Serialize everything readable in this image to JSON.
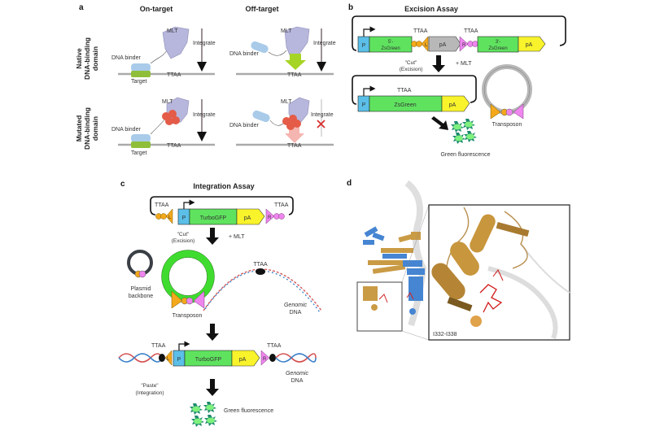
{
  "colors": {
    "promoter": "#5bbfe8",
    "zsgreen": "#5fe35f",
    "pa": "#f8f32b",
    "left_end": "#f4a81c",
    "right_end": "#ee86ee",
    "grey_block": "#b8b8b8",
    "mlt": "#b7b6dc",
    "dna_binder": "#a9cbe9",
    "target": "#8fbf3a",
    "mutation": "#e45b47",
    "protein_gold": "#c8963c",
    "protein_blue": "#3c7fd0",
    "residues_red": "#d01a1a"
  },
  "panel_a": {
    "label": "a",
    "col_on": "On-target",
    "col_off": "Off-target",
    "row_native": [
      "Native",
      "DNA-binding",
      "domain"
    ],
    "row_mutated": [
      "Mutated",
      "DNA-binding",
      "domain"
    ],
    "mlt": "MLT",
    "dna_binder": "DNA binder",
    "target": "Target",
    "site": "TTAA",
    "integrate": "Integrate"
  },
  "panel_b": {
    "label": "b",
    "title": "Excision Assay",
    "p": "P",
    "zs5": [
      "5'-",
      "ZsGreen"
    ],
    "zs3": [
      "3'-",
      "ZsGreen"
    ],
    "zs": "ZsGreen",
    "pa": "pA",
    "l": "L",
    "r": "R",
    "ttaa": "TTAA",
    "cut": [
      "\"Cut\"",
      "(Excision)"
    ],
    "mlt": "+ MLT",
    "transposon": "Transposon",
    "fluor": "Green fluorescence"
  },
  "panel_c": {
    "label": "c",
    "title": "Integration Assay",
    "p": "P",
    "gfp": "TurboGFP",
    "pa": "pA",
    "l": "L",
    "r": "R",
    "ttaa": "TTAA",
    "cut": [
      "\"Cut\"",
      "(Excision)"
    ],
    "mlt": "+ MLT",
    "backbone": [
      "Plasmid",
      "backbone"
    ],
    "transposon": "Transposon",
    "genomic": [
      "Genomic",
      "DNA"
    ],
    "paste": [
      "\"Paste\"",
      "(Integration)"
    ],
    "fluor": "Green fluorescence"
  },
  "panel_d": {
    "label": "d",
    "inset_caption": "I332-I338"
  }
}
